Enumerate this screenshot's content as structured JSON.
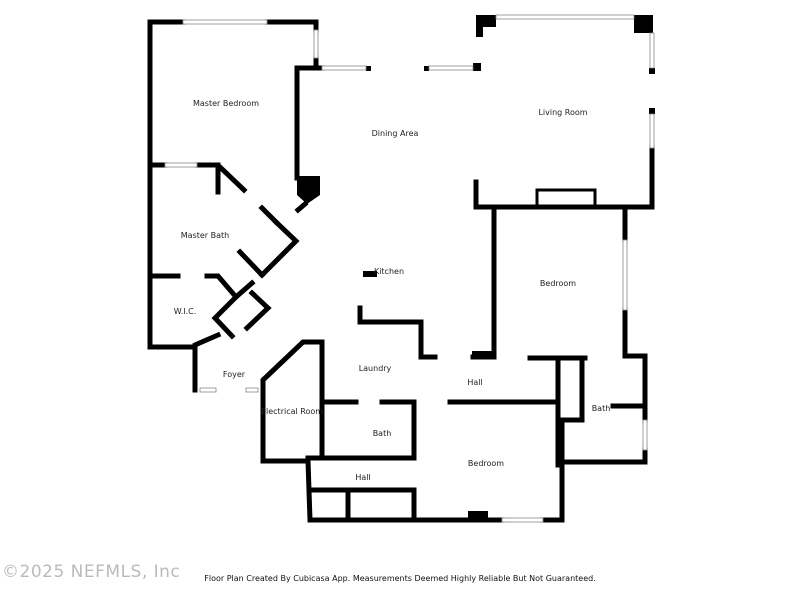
{
  "rooms": {
    "master_bedroom": "Master Bedroom",
    "dining_area": "Dining Area",
    "living_room": "Living Room",
    "master_bath": "Master Bath",
    "kitchen": "Kitchen",
    "bedroom_1": "Bedroom",
    "wic": "W.I.C.",
    "foyer": "Foyer",
    "laundry": "Laundry",
    "hall_1": "Hall",
    "electrical_room": "Electrical Room",
    "bath_1": "Bath",
    "bath_2": "Bath",
    "bedroom_2": "Bedroom",
    "hall_2": "Hall"
  },
  "watermark": "©2025 NEFMLS, Inc",
  "credit": "Floor Plan Created By Cubicasa App. Measurements Deemed Highly Reliable But Not Guaranteed."
}
